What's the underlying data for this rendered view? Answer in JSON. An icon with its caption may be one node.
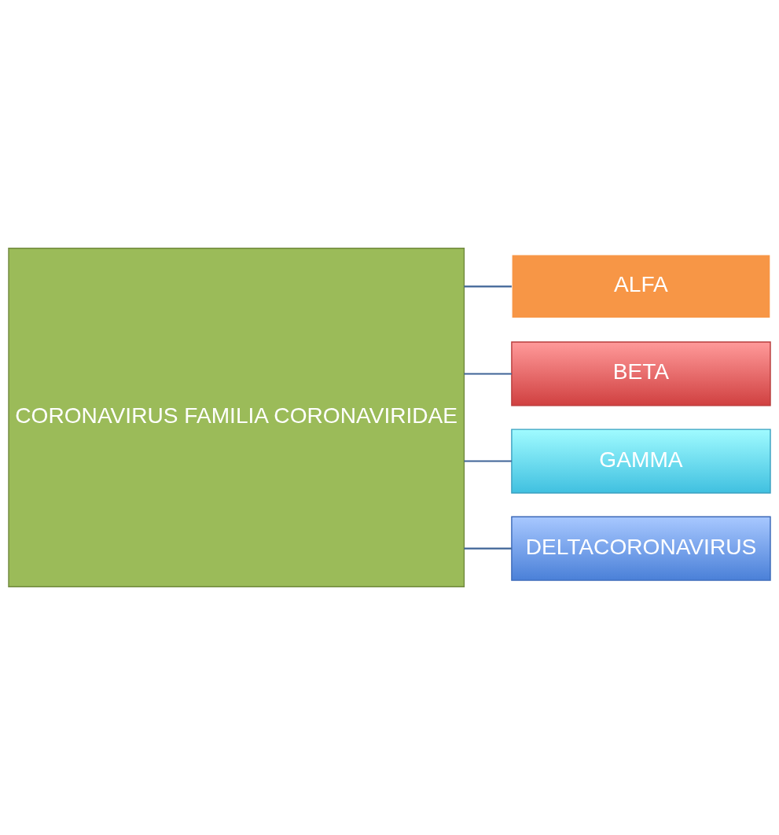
{
  "diagram": {
    "nodes": [
      {
        "text": [
          "CORONAVIRUS FAMILIA CORONAVIRIDAE"
        ]
      },
      {
        "text": [
          "ALFA"
        ]
      },
      {
        "text": [
          "BETA"
        ]
      },
      {
        "text": [
          "GAMMA"
        ]
      },
      {
        "text": [
          "DELTACORONAVIRUS"
        ]
      }
    ],
    "edges": [
      {
        "from": 0,
        "to": 1,
        "arrow": "none"
      },
      {
        "from": 0,
        "to": 2,
        "arrow": "none"
      },
      {
        "from": 0,
        "to": 3,
        "arrow": "none"
      },
      {
        "from": 0,
        "to": 4,
        "arrow": "none"
      }
    ]
  }
}
